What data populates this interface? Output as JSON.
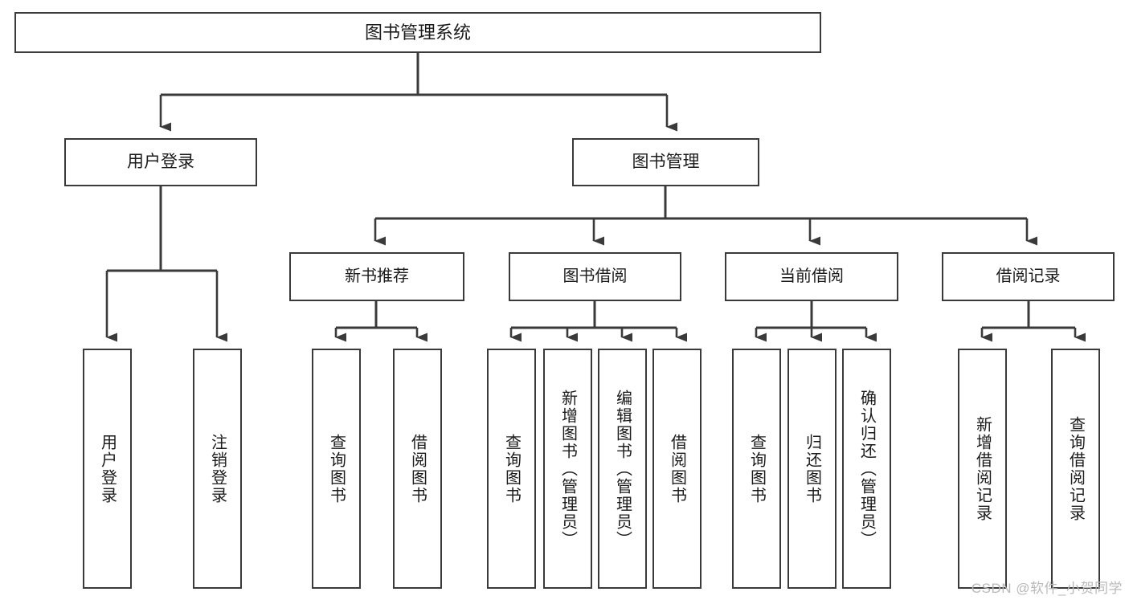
{
  "diagram": {
    "title": "图书管理系统",
    "type": "tree",
    "watermark": "CSDN @软件_小贺同学",
    "colors": {
      "stroke": "#3a3a3a",
      "fill": "#ffffff",
      "text": "#1b1b1b",
      "watermark": "#b9b9b9"
    },
    "root": {
      "label": "图书管理系统"
    },
    "level2": [
      {
        "label": "用户登录"
      },
      {
        "label": "图书管理"
      }
    ],
    "level3": [
      {
        "label": "新书推荐"
      },
      {
        "label": "图书借阅"
      },
      {
        "label": "当前借阅"
      },
      {
        "label": "借阅记录"
      }
    ],
    "leaves": {
      "user_login": [
        {
          "label": "用户登录"
        },
        {
          "label": "注销登录"
        }
      ],
      "new_books": [
        {
          "label": "查询图书"
        },
        {
          "label": "借阅图书"
        }
      ],
      "book_borrow": [
        {
          "label": "查询图书"
        },
        {
          "label": "新增图书（管理员）"
        },
        {
          "label": "编辑图书（管理员）"
        },
        {
          "label": "借阅图书"
        }
      ],
      "current_borrow": [
        {
          "label": "查询图书"
        },
        {
          "label": "归还图书"
        },
        {
          "label": "确认归还（管理员）"
        }
      ],
      "borrow_records": [
        {
          "label": "新增借阅记录"
        },
        {
          "label": "查询借阅记录"
        }
      ]
    }
  }
}
